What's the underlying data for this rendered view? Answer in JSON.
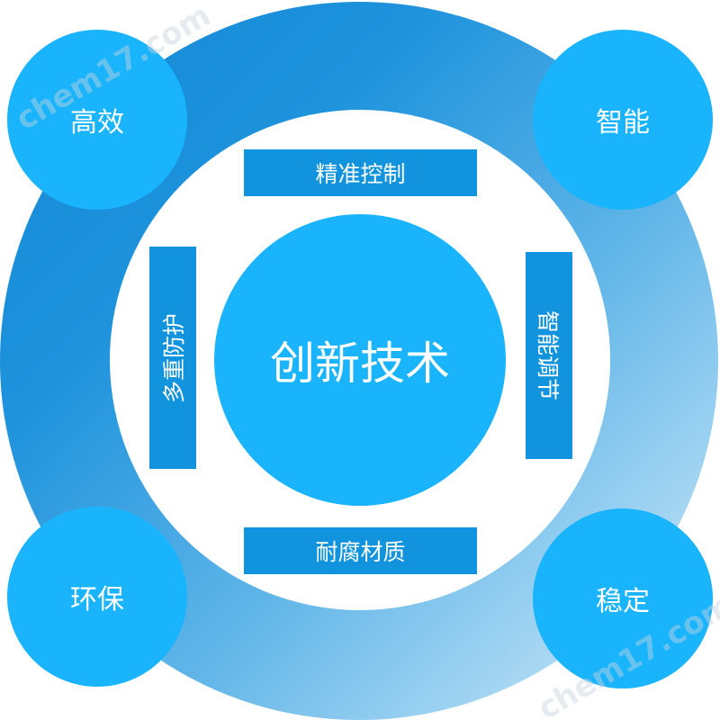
{
  "center": {
    "label": "创新技术"
  },
  "corners": {
    "top_left": "高效",
    "top_right": "智能",
    "bottom_left": "环保",
    "bottom_right": "稳定"
  },
  "bars": {
    "top": "精准控制",
    "bottom": "耐腐材质",
    "left": "多重防护",
    "right": "智能调节"
  },
  "watermark": "chem17.com",
  "colors": {
    "circle": "#19b4fb",
    "bar": "#1193dd",
    "ring_dark": "#1488d6",
    "ring_light": "#d9eefa"
  }
}
